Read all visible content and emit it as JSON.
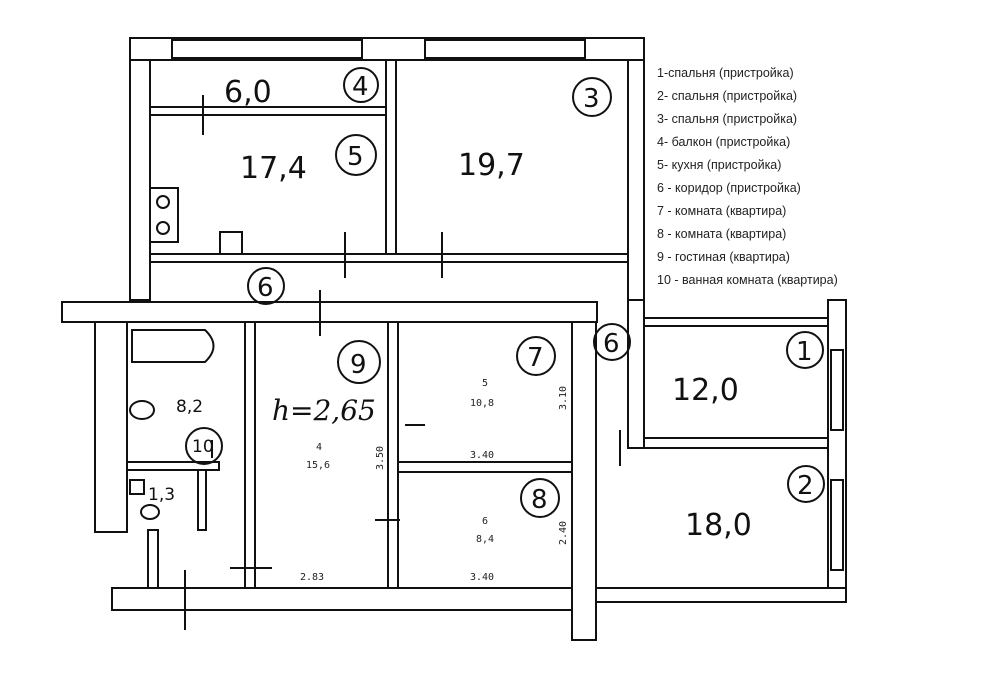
{
  "rooms": {
    "r1": {
      "area": "12,0",
      "num": "1"
    },
    "r2": {
      "area": "18,0",
      "num": "2"
    },
    "r3": {
      "area": "19,7",
      "num": "3"
    },
    "r4": {
      "area": "6,0",
      "num": "4"
    },
    "r5": {
      "area": "17,4",
      "num": "5"
    },
    "r6a": {
      "num": "6"
    },
    "r6b": {
      "num": "6"
    },
    "r7": {
      "num": "7",
      "orig_index": "5",
      "orig_area": "10,8"
    },
    "r8": {
      "num": "8",
      "orig_index": "6",
      "orig_area": "8,4"
    },
    "r9": {
      "num": "9",
      "orig_index": "4",
      "orig_area": "15,6"
    },
    "r10": {
      "area": "8,2",
      "num": "10"
    },
    "wc": {
      "area": "1,3"
    }
  },
  "ceiling_height": "h=2,65",
  "dimensions": {
    "d_283": "2.83",
    "d_340_a": "3.40",
    "d_340_b": "3.40",
    "d_310": "3.10",
    "d_240": "2.40",
    "d_350": "3.50"
  },
  "legend": [
    "1-спальня (пристройка)",
    "2- спальня (пристройка)",
    "3- спальня (пристройка)",
    "4- балкон (пристройка)",
    "5- кухня (пристройка)",
    "6 - коридор (пристройка)",
    "7 - комната (квартира)",
    "8 - комната (квартира)",
    "9 - гостиная (квартира)",
    "10 - ванная комната (квартира)"
  ]
}
